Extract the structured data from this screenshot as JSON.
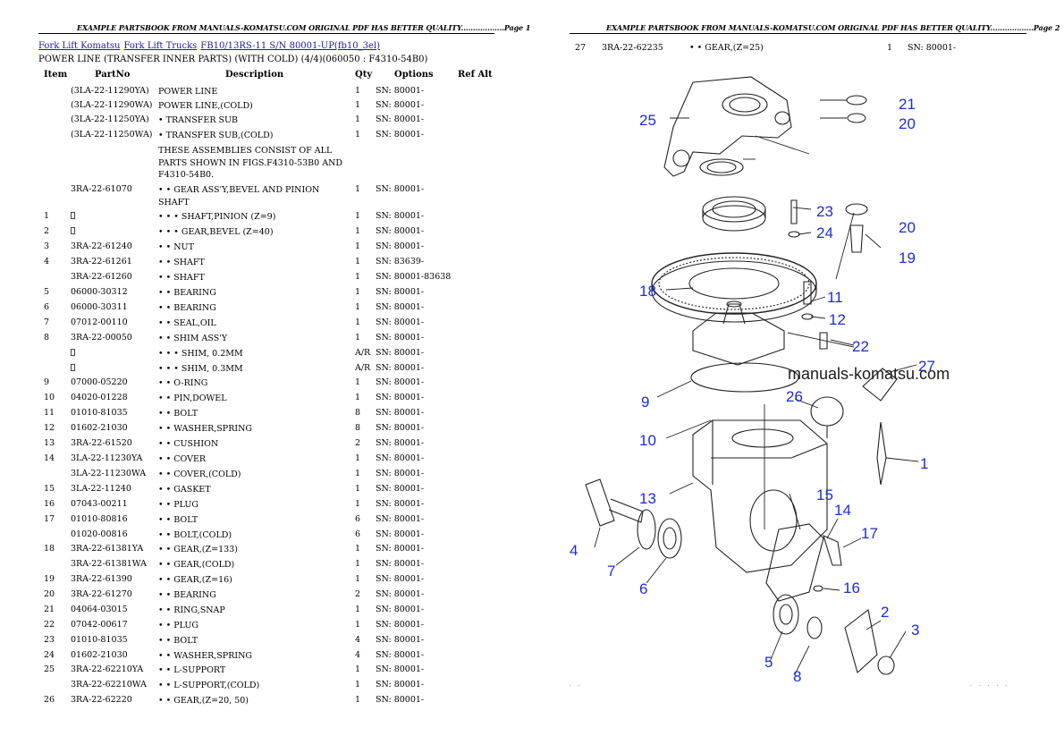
{
  "header": {
    "page1": "EXAMPLE PARTSBOOK FROM MANUALS-KOMATSU.COM ORIGINAL PDF HAS BETTER QUALITY..................Page 1",
    "page2": "EXAMPLE PARTSBOOK FROM MANUALS-KOMATSU.COM ORIGINAL PDF HAS BETTER QUALITY..................Page 2"
  },
  "breadcrumb": {
    "link1": "Fork Lift Komatsu",
    "link2": "Fork Lift Trucks",
    "link3": "FB10/13RS-11 S/N 80001-UP(fb10_3el)"
  },
  "subtitle": "POWER LINE (TRANSFER INNER PARTS) (WITH COLD) (4/4)(060050 : F4310-54B0)",
  "columns": {
    "item": "Item",
    "partno": "PartNo",
    "description": "Description",
    "qty": "Qty",
    "options": "Options",
    "refalt": "Ref Alt"
  },
  "rows": [
    {
      "item": "",
      "part": "(3LA-22-11290YA)",
      "desc": "POWER LINE",
      "qty": "1",
      "opt": "SN: 80001-"
    },
    {
      "item": "",
      "part": "(3LA-22-11290WA)",
      "desc": "POWER LINE,(COLD)",
      "qty": "1",
      "opt": "SN: 80001-"
    },
    {
      "item": "",
      "part": "(3LA-22-11250YA)",
      "desc": "• TRANSFER SUB",
      "qty": "1",
      "opt": "SN: 80001-"
    },
    {
      "item": "",
      "part": "(3LA-22-11250WA)",
      "desc": "• TRANSFER SUB,(COLD)",
      "qty": "1",
      "opt": "SN: 80001-"
    },
    {
      "item": "",
      "part": "",
      "desc": "THESE ASSEMBLIES CONSIST OF ALL PARTS SHOWN IN FIGS.F4310-53B0 AND F4310-54B0.",
      "qty": "",
      "opt": ""
    },
    {
      "item": "",
      "part": "3RA-22-61070",
      "desc": "• • GEAR ASS'Y,BEVEL AND PINION SHAFT",
      "qty": "1",
      "opt": "SN: 80001-"
    },
    {
      "item": "1",
      "part": "",
      "desc": "• • • SHAFT,PINION (Z=9)",
      "qty": "1",
      "opt": "SN: 80001-"
    },
    {
      "item": "2",
      "part": "",
      "desc": "• • • GEAR,BEVEL (Z=40)",
      "qty": "1",
      "opt": "SN: 80001-"
    },
    {
      "item": "3",
      "part": "3RA-22-61240",
      "desc": "• • NUT",
      "qty": "1",
      "opt": "SN: 80001-"
    },
    {
      "item": "4",
      "part": "3RA-22-61261",
      "desc": "• • SHAFT",
      "qty": "1",
      "opt": "SN: 83639-"
    },
    {
      "item": "",
      "part": "3RA-22-61260",
      "desc": "• • SHAFT",
      "qty": "1",
      "opt": "SN: 80001-83638"
    },
    {
      "item": "5",
      "part": "06000-30312",
      "desc": "• • BEARING",
      "qty": "1",
      "opt": "SN: 80001-"
    },
    {
      "item": "6",
      "part": "06000-30311",
      "desc": "• • BEARING",
      "qty": "1",
      "opt": "SN: 80001-"
    },
    {
      "item": "7",
      "part": "07012-00110",
      "desc": "• • SEAL,OIL",
      "qty": "1",
      "opt": "SN: 80001-"
    },
    {
      "item": "8",
      "part": "3RA-22-00050",
      "desc": "• • SHIM ASS'Y",
      "qty": "1",
      "opt": "SN: 80001-"
    },
    {
      "item": "",
      "part": "",
      "desc": "• • • SHIM, 0.2MM",
      "qty": "A/R",
      "opt": "SN: 80001-"
    },
    {
      "item": "",
      "part": "",
      "desc": "• • • SHIM, 0.3MM",
      "qty": "A/R",
      "opt": "SN: 80001-"
    },
    {
      "item": "9",
      "part": "07000-05220",
      "desc": "• • O-RING",
      "qty": "1",
      "opt": "SN: 80001-"
    },
    {
      "item": "10",
      "part": "04020-01228",
      "desc": "• • PIN,DOWEL",
      "qty": "1",
      "opt": "SN: 80001-"
    },
    {
      "item": "11",
      "part": "01010-81035",
      "desc": "• • BOLT",
      "qty": "8",
      "opt": "SN: 80001-"
    },
    {
      "item": "12",
      "part": "01602-21030",
      "desc": "• • WASHER,SPRING",
      "qty": "8",
      "opt": "SN: 80001-"
    },
    {
      "item": "13",
      "part": "3RA-22-61520",
      "desc": "• • CUSHION",
      "qty": "2",
      "opt": "SN: 80001-"
    },
    {
      "item": "14",
      "part": "3LA-22-11230YA",
      "desc": "• • COVER",
      "qty": "1",
      "opt": "SN: 80001-"
    },
    {
      "item": "",
      "part": "3LA-22-11230WA",
      "desc": "• • COVER,(COLD)",
      "qty": "1",
      "opt": "SN: 80001-"
    },
    {
      "item": "15",
      "part": "3LA-22-11240",
      "desc": "• • GASKET",
      "qty": "1",
      "opt": "SN: 80001-"
    },
    {
      "item": "16",
      "part": "07043-00211",
      "desc": "• • PLUG",
      "qty": "1",
      "opt": "SN: 80001-"
    },
    {
      "item": "17",
      "part": "01010-80816",
      "desc": "• • BOLT",
      "qty": "6",
      "opt": "SN: 80001-"
    },
    {
      "item": "",
      "part": "01020-00816",
      "desc": "• • BOLT,(COLD)",
      "qty": "6",
      "opt": "SN: 80001-"
    },
    {
      "item": "18",
      "part": "3RA-22-61381YA",
      "desc": "• • GEAR,(Z=133)",
      "qty": "1",
      "opt": "SN: 80001-"
    },
    {
      "item": "",
      "part": "3RA-22-61381WA",
      "desc": "• • GEAR,(COLD)",
      "qty": "1",
      "opt": "SN: 80001-"
    },
    {
      "item": "19",
      "part": "3RA-22-61390",
      "desc": "• • GEAR,(Z=16)",
      "qty": "1",
      "opt": "SN: 80001-"
    },
    {
      "item": "20",
      "part": "3RA-22-61270",
      "desc": "• • BEARING",
      "qty": "2",
      "opt": "SN: 80001-"
    },
    {
      "item": "21",
      "part": "04064-03015",
      "desc": "• • RING,SNAP",
      "qty": "1",
      "opt": "SN: 80001-"
    },
    {
      "item": "22",
      "part": "07042-00617",
      "desc": "• • PLUG",
      "qty": "1",
      "opt": "SN: 80001-"
    },
    {
      "item": "23",
      "part": "01010-81035",
      "desc": "• • BOLT",
      "qty": "4",
      "opt": "SN: 80001-"
    },
    {
      "item": "24",
      "part": "01602-21030",
      "desc": "• • WASHER,SPRING",
      "qty": "4",
      "opt": "SN: 80001-"
    },
    {
      "item": "25",
      "part": "3RA-22-62210YA",
      "desc": "• • L-SUPPORT",
      "qty": "1",
      "opt": "SN: 80001-"
    },
    {
      "item": "",
      "part": "3RA-22-62210WA",
      "desc": "• • L-SUPPORT,(COLD)",
      "qty": "1",
      "opt": "SN: 80001-"
    },
    {
      "item": "26",
      "part": "3RA-22-62220",
      "desc": "• • GEAR,(Z=20, 50)",
      "qty": "1",
      "opt": "SN: 80001-"
    }
  ],
  "page2_row": {
    "item": "27",
    "part": "3RA-22-62235",
    "desc": "• • GEAR,(Z=25)",
    "qty": "1",
    "opt": "SN: 80001-"
  },
  "diagram": {
    "watermark": "manuals-komatsu.com",
    "callouts": [
      "1",
      "2",
      "3",
      "4",
      "5",
      "6",
      "7",
      "8",
      "9",
      "10",
      "11",
      "12",
      "13",
      "14",
      "15",
      "16",
      "17",
      "18",
      "19",
      "20",
      "20",
      "21",
      "22",
      "23",
      "24",
      "25",
      "26",
      "27"
    ]
  },
  "colors": {
    "link": "#1a1aa6",
    "callout": "#1b2dd6"
  }
}
